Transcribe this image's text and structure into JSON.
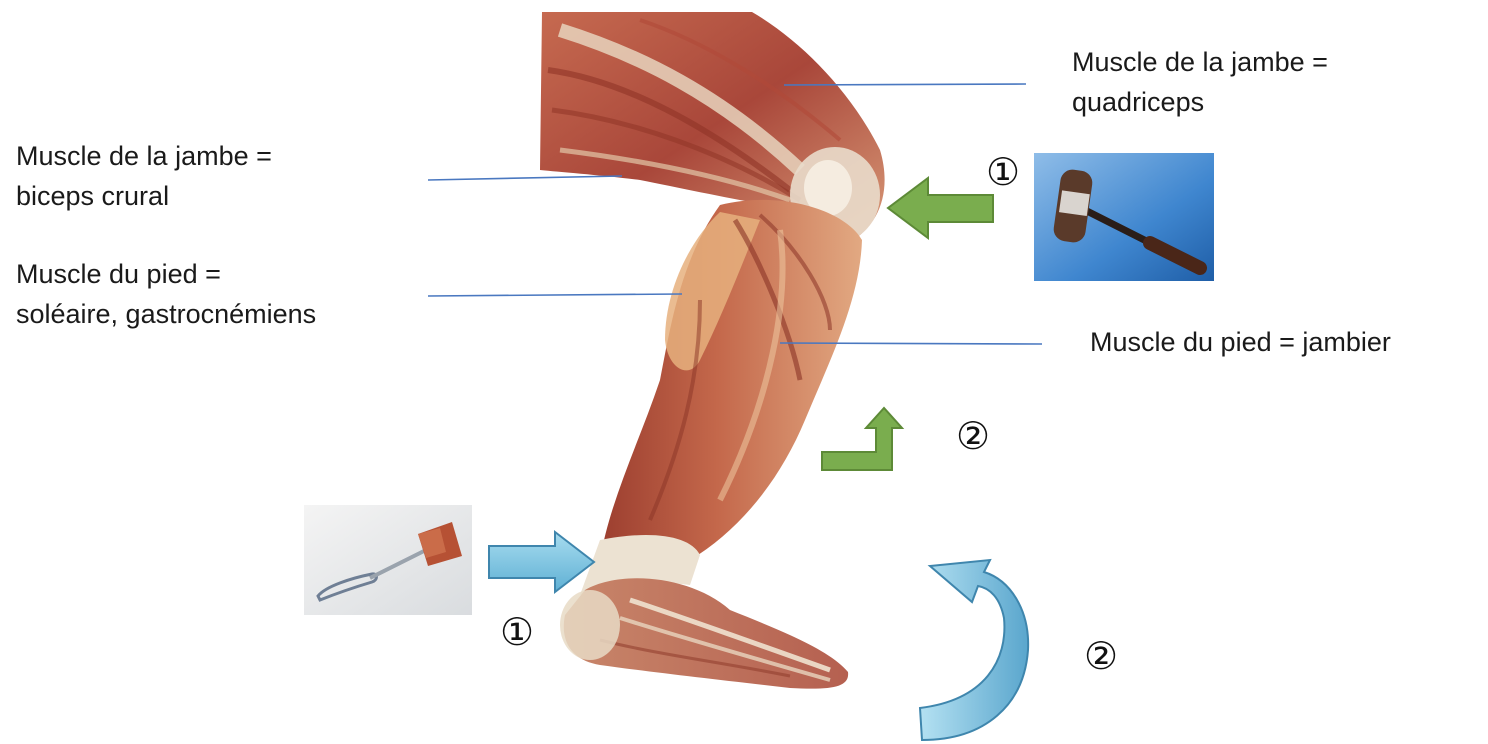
{
  "labels": {
    "quadriceps": [
      "Muscle de la jambe =",
      "quadriceps"
    ],
    "biceps": [
      "Muscle de la jambe =",
      "biceps crural"
    ],
    "soleaire": [
      "Muscle du pied =",
      "soléaire, gastrocnémiens"
    ],
    "jambier": "Muscle du pied = jambier"
  },
  "markers": {
    "knee_step1": "①",
    "knee_step2": "②",
    "ankle_step1": "①",
    "ankle_step2": "②"
  },
  "colors": {
    "pointer_line": "#4a78c0",
    "green_arrow": "#7aad4e",
    "green_arrow_edge": "#5d8a37",
    "blue_arrow": "#7cc3df",
    "blue_arrow_edge": "#3f86ad",
    "muscle_dark": "#8e3a2c",
    "muscle_mid": "#b8573f",
    "muscle_light": "#d98a67",
    "tendon": "#e8dcc8"
  },
  "icons": {
    "hammer_top_right": "reflex-hammer-tomahawk-icon",
    "hammer_left": "reflex-hammer-taylor-icon"
  }
}
